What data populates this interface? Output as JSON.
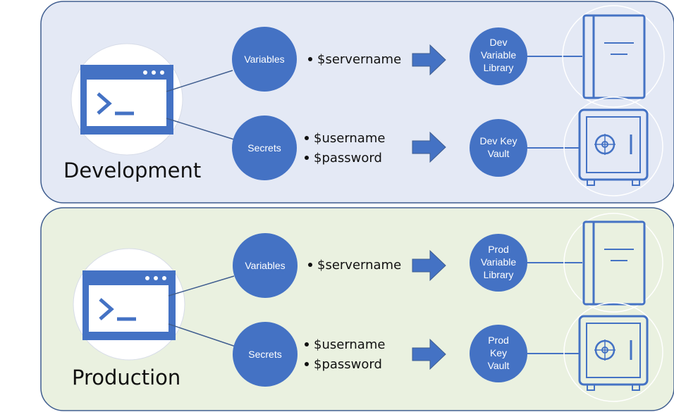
{
  "colors": {
    "accent_blue": "#4472C4",
    "dev_panel_bg": "#E4E9F5",
    "prod_panel_bg": "#EAF1E0",
    "panel_border": "#3F5D8F",
    "halo": "#FFFFFF"
  },
  "sections": [
    {
      "id": "dev",
      "label": "Development",
      "terminal_icon": "terminal-window-icon",
      "variables": {
        "circle_label": "Variables",
        "items": [
          "$servername"
        ],
        "target_label": [
          "Dev",
          "Variable",
          "Library"
        ],
        "target_icon": "library-book-icon"
      },
      "secrets": {
        "circle_label": "Secrets",
        "items": [
          "$username",
          "$password"
        ],
        "target_label": [
          "Dev Key",
          "Vault"
        ],
        "target_icon": "vault-safe-icon"
      }
    },
    {
      "id": "prod",
      "label": "Production",
      "terminal_icon": "terminal-window-icon",
      "variables": {
        "circle_label": "Variables",
        "items": [
          "$servername"
        ],
        "target_label": [
          "Prod",
          "Variable",
          "Library"
        ],
        "target_icon": "library-book-icon"
      },
      "secrets": {
        "circle_label": "Secrets",
        "items": [
          "$username",
          "$password"
        ],
        "target_label": [
          "Prod",
          "Key",
          "Vault"
        ],
        "target_icon": "vault-safe-icon"
      }
    }
  ]
}
